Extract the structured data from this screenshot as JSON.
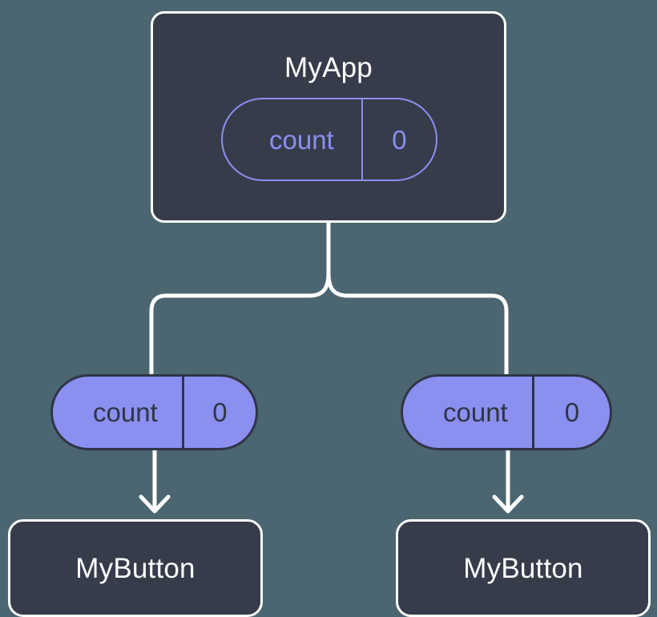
{
  "diagram": {
    "type": "component-state-propagation-tree",
    "background_color": "#4b6670",
    "colors": {
      "background": "#4b6670",
      "node_fill": "#373c4b",
      "node_border": "#ffffff",
      "node_text": "#ffffff",
      "accent_purple": "#8a8ff0",
      "pill_text_dark": "#2f3545",
      "edge": "#ffffff"
    }
  },
  "root": {
    "title": "MyApp",
    "state_pill": {
      "key": "count",
      "value": "0",
      "style": "outlined"
    }
  },
  "branches": [
    {
      "id": "left",
      "prop_pill": {
        "key": "count",
        "value": "0",
        "style": "filled"
      },
      "child": {
        "title": "MyButton"
      }
    },
    {
      "id": "right",
      "prop_pill": {
        "key": "count",
        "value": "0",
        "style": "filled"
      },
      "child": {
        "title": "MyButton"
      }
    }
  ],
  "edges": {
    "trunk_label": "",
    "arrow_head": "chevron-arrow-down"
  }
}
